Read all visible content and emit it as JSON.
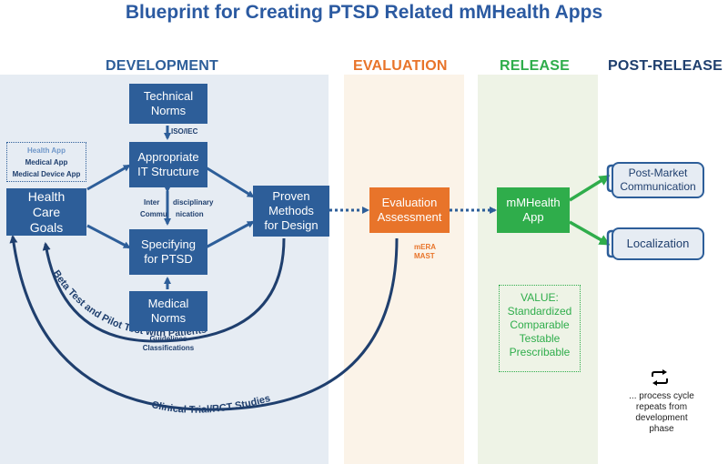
{
  "title": "Blueprint for Creating PTSD Related mMHealth Apps",
  "colors": {
    "blue": "#2d5e99",
    "navy": "#1f3f6e",
    "orange": "#e8742a",
    "green": "#2fad4b",
    "dev_bg": "#e6ecf3",
    "eval_bg": "#fbf3e8",
    "rel_bg": "#eef3e6"
  },
  "phases": {
    "development": "DEVELOPMENT",
    "evaluation": "EVALUATION",
    "release": "RELEASE",
    "post_release": "POST-RELEASE"
  },
  "nodes": {
    "technical_norms": "Technical Norms",
    "it_structure": "Appropriate IT Structure",
    "health_goals": "Health Care Goals",
    "specifying": "Specifying for PTSD",
    "medical_norms": "Medical Norms",
    "proven_methods": "Proven Methods for Design",
    "evaluation": "Evaluation Assessment",
    "app": "mMHealth App",
    "post_market": "Post-Market Communication",
    "localization": "Localization"
  },
  "app_types": [
    "Health App",
    "Medical App",
    "Medical Device App"
  ],
  "labels": {
    "iso": "ISO/IEC",
    "inter_1": "Inter",
    "inter_2": "Commu",
    "disc_1": "disciplinary",
    "disc_2": "nication",
    "guidelines": "Guidelines",
    "classifications": "Classifications",
    "mera": "mERA",
    "mast": "MAST",
    "beta_test": "Beta Test and Pilot Test with Patients",
    "clinical": "Clinical Trial/RCT Studies"
  },
  "value": {
    "heading": "VALUE:",
    "items": [
      "Standardized",
      "Comparable",
      "Testable",
      "Prescribable"
    ]
  },
  "cycle_note": [
    "... process cycle",
    "repeats from",
    "development",
    "phase"
  ],
  "icons": {
    "cycle": "repeat-icon"
  }
}
